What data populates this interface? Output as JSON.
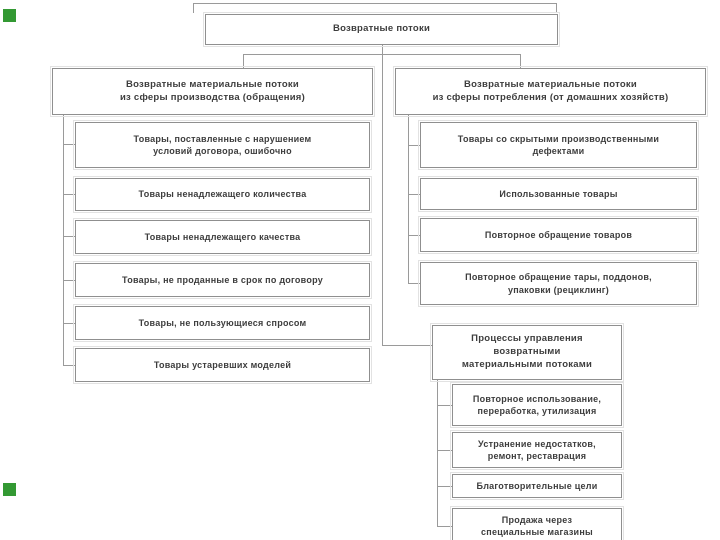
{
  "diagram": {
    "title": "Возвратные потоки",
    "left_branch": {
      "header": "Возвратные материальные потоки\nиз сферы производства (обращения)",
      "items": [
        "Товары, поставленные с нарушением\nусловий договора, ошибочно",
        "Товары ненадлежащего количества",
        "Товары ненадлежащего качества",
        "Товары, не проданные в срок по договору",
        "Товары, не пользующиеся спросом",
        "Товары устаревших моделей"
      ]
    },
    "right_branch": {
      "header": "Возвратные материальные потоки\nиз сферы потребления (от домашних хозяйств)",
      "items": [
        "Товары со скрытыми производственными\nдефектами",
        "Использованные товары",
        "Повторное обращение товаров",
        "Повторное обращение тары, поддонов,\nупаковки (рециклинг)"
      ]
    },
    "processes": {
      "header": "Процессы управления\nвозвратными\nматериальными потоками",
      "items": [
        "Повторное использование,\nпереработка, утилизация",
        "Устранение недостатков,\nремонт, реставрация",
        "Благотворительные цели",
        "Продажа через\nспециальные магазины"
      ]
    },
    "colors": {
      "accent_green": "#339933",
      "line": "#9a9a9a",
      "box_border": "#8f8f8f",
      "text": "#3d3d3d"
    }
  }
}
